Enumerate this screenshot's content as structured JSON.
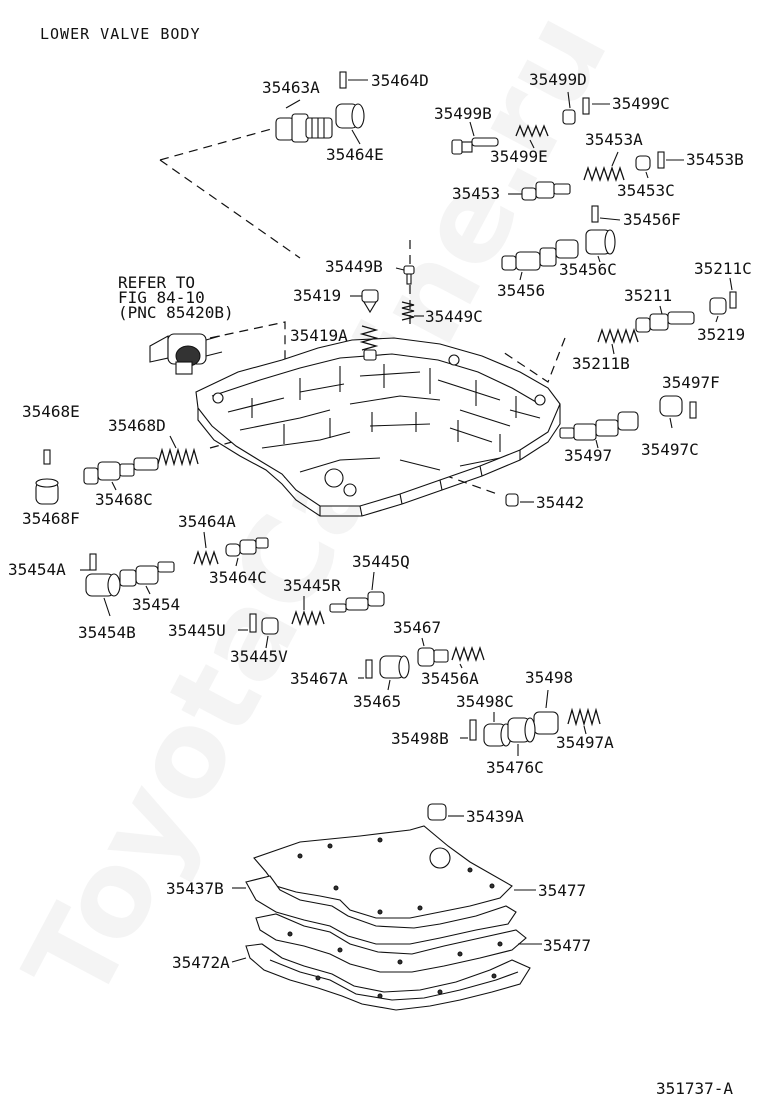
{
  "diagram": {
    "title": "LOWER VALVE BODY",
    "refer_note": [
      "REFER TO",
      "FIG 84-10",
      "(PNC 85420B)"
    ],
    "figure_code": "351737-A",
    "watermark": "ToyotaCarline.ru",
    "labels": {
      "p35463A": "35463A",
      "p35464D": "35464D",
      "p35464E": "35464E",
      "p35499D": "35499D",
      "p35499B": "35499B",
      "p35499C": "35499C",
      "p35499E": "35499E",
      "p35453A": "35453A",
      "p35453": "35453",
      "p35453C": "35453C",
      "p35453B": "35453B",
      "p35456F": "35456F",
      "p35456": "35456",
      "p35456C": "35456C",
      "p35449B": "35449B",
      "p35419": "35419",
      "p35449C": "35449C",
      "p35419A": "35419A",
      "p35211C": "35211C",
      "p35211": "35211",
      "p35219": "35219",
      "p35211B": "35211B",
      "p35497F": "35497F",
      "p35497": "35497",
      "p35497C": "35497C",
      "p35468E": "35468E",
      "p35468D": "35468D",
      "p35468C": "35468C",
      "p35468F": "35468F",
      "p35442": "35442",
      "p35464A": "35464A",
      "p35454A": "35454A",
      "p35464C": "35464C",
      "p35454": "35454",
      "p35454B": "35454B",
      "p35445Q": "35445Q",
      "p35445R": "35445R",
      "p35445U": "35445U",
      "p35445V": "35445V",
      "p35467": "35467",
      "p35467A": "35467A",
      "p35456A": "35456A",
      "p35465": "35465",
      "p35498": "35498",
      "p35498C": "35498C",
      "p35498B": "35498B",
      "p35476C": "35476C",
      "p35497A": "35497A",
      "p35439A": "35439A",
      "p35437B": "35437B",
      "p35477a": "35477",
      "p35477b": "35477",
      "p35472A": "35472A"
    }
  }
}
